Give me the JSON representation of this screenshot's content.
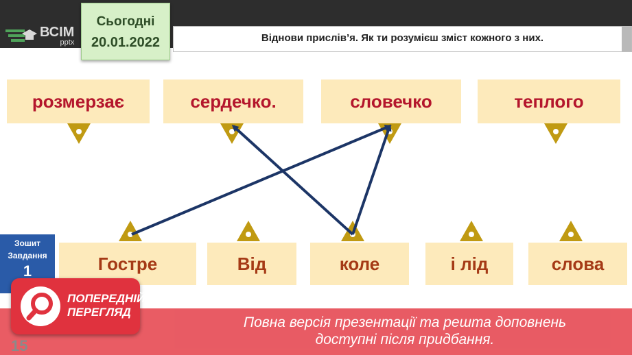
{
  "logo": {
    "main": "ВСІМ",
    "sub": "pptx"
  },
  "date": {
    "label": "Сьогодні",
    "value": "20.01.2022"
  },
  "task": {
    "text": "Віднови прислів’я. Як ти розумієш зміст кожного з них."
  },
  "top_words": [
    "розмерзає",
    "сердечко.",
    "словечко",
    "теплого"
  ],
  "bottom_words": [
    "Гостре",
    "Від",
    "коле",
    "і лід",
    "слова"
  ],
  "notebook": {
    "title": "Зошит",
    "subtitle": "Завдання",
    "number": "1"
  },
  "preview": {
    "line1": "ПОПЕРЕДНІЙ",
    "line2": "ПЕРЕГЛЯД"
  },
  "banner": {
    "line1": "Повна версія презентації та решта доповнень",
    "line2": "доступні після придбання."
  },
  "page_number": "15",
  "colors": {
    "card": "#fdeabb",
    "pin": "#c09a12",
    "connector": "#1c3566",
    "banner": "#e8555e"
  },
  "icons": [
    "graduation-cap-icon",
    "search-icon"
  ]
}
